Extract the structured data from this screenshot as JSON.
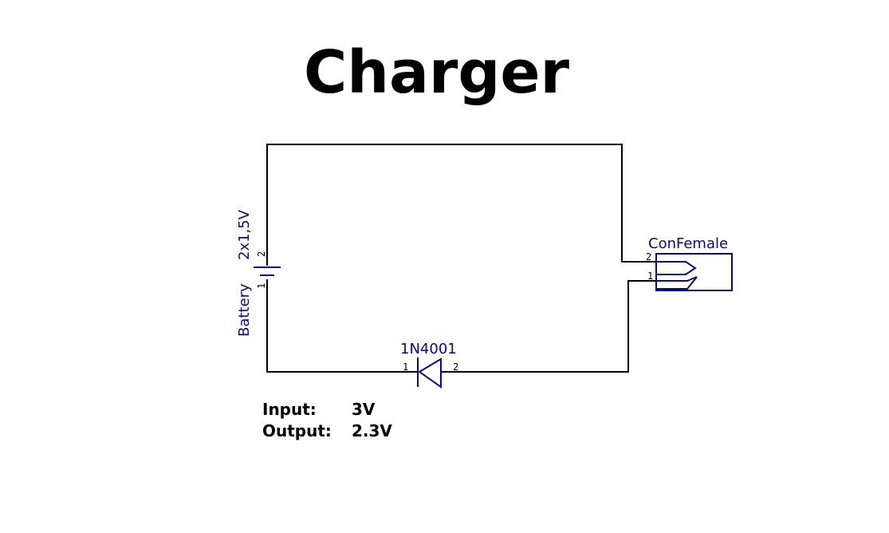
{
  "title": "Charger",
  "components": {
    "battery": {
      "ref": "Battery",
      "value": "2x1,5V",
      "pin_top": "2",
      "pin_bottom": "1"
    },
    "connector": {
      "ref": "ConFemale",
      "pin_upper": "2",
      "pin_lower": "1"
    },
    "diode": {
      "ref": "1N4001",
      "pin_left": "1",
      "pin_right": "2"
    }
  },
  "specs": [
    {
      "label": "Input:",
      "value": "3V"
    },
    {
      "label": "Output:",
      "value": "2.3V"
    }
  ],
  "colors": {
    "wire": "#000000",
    "component": "#0a0a80",
    "background": "#ffffff"
  }
}
